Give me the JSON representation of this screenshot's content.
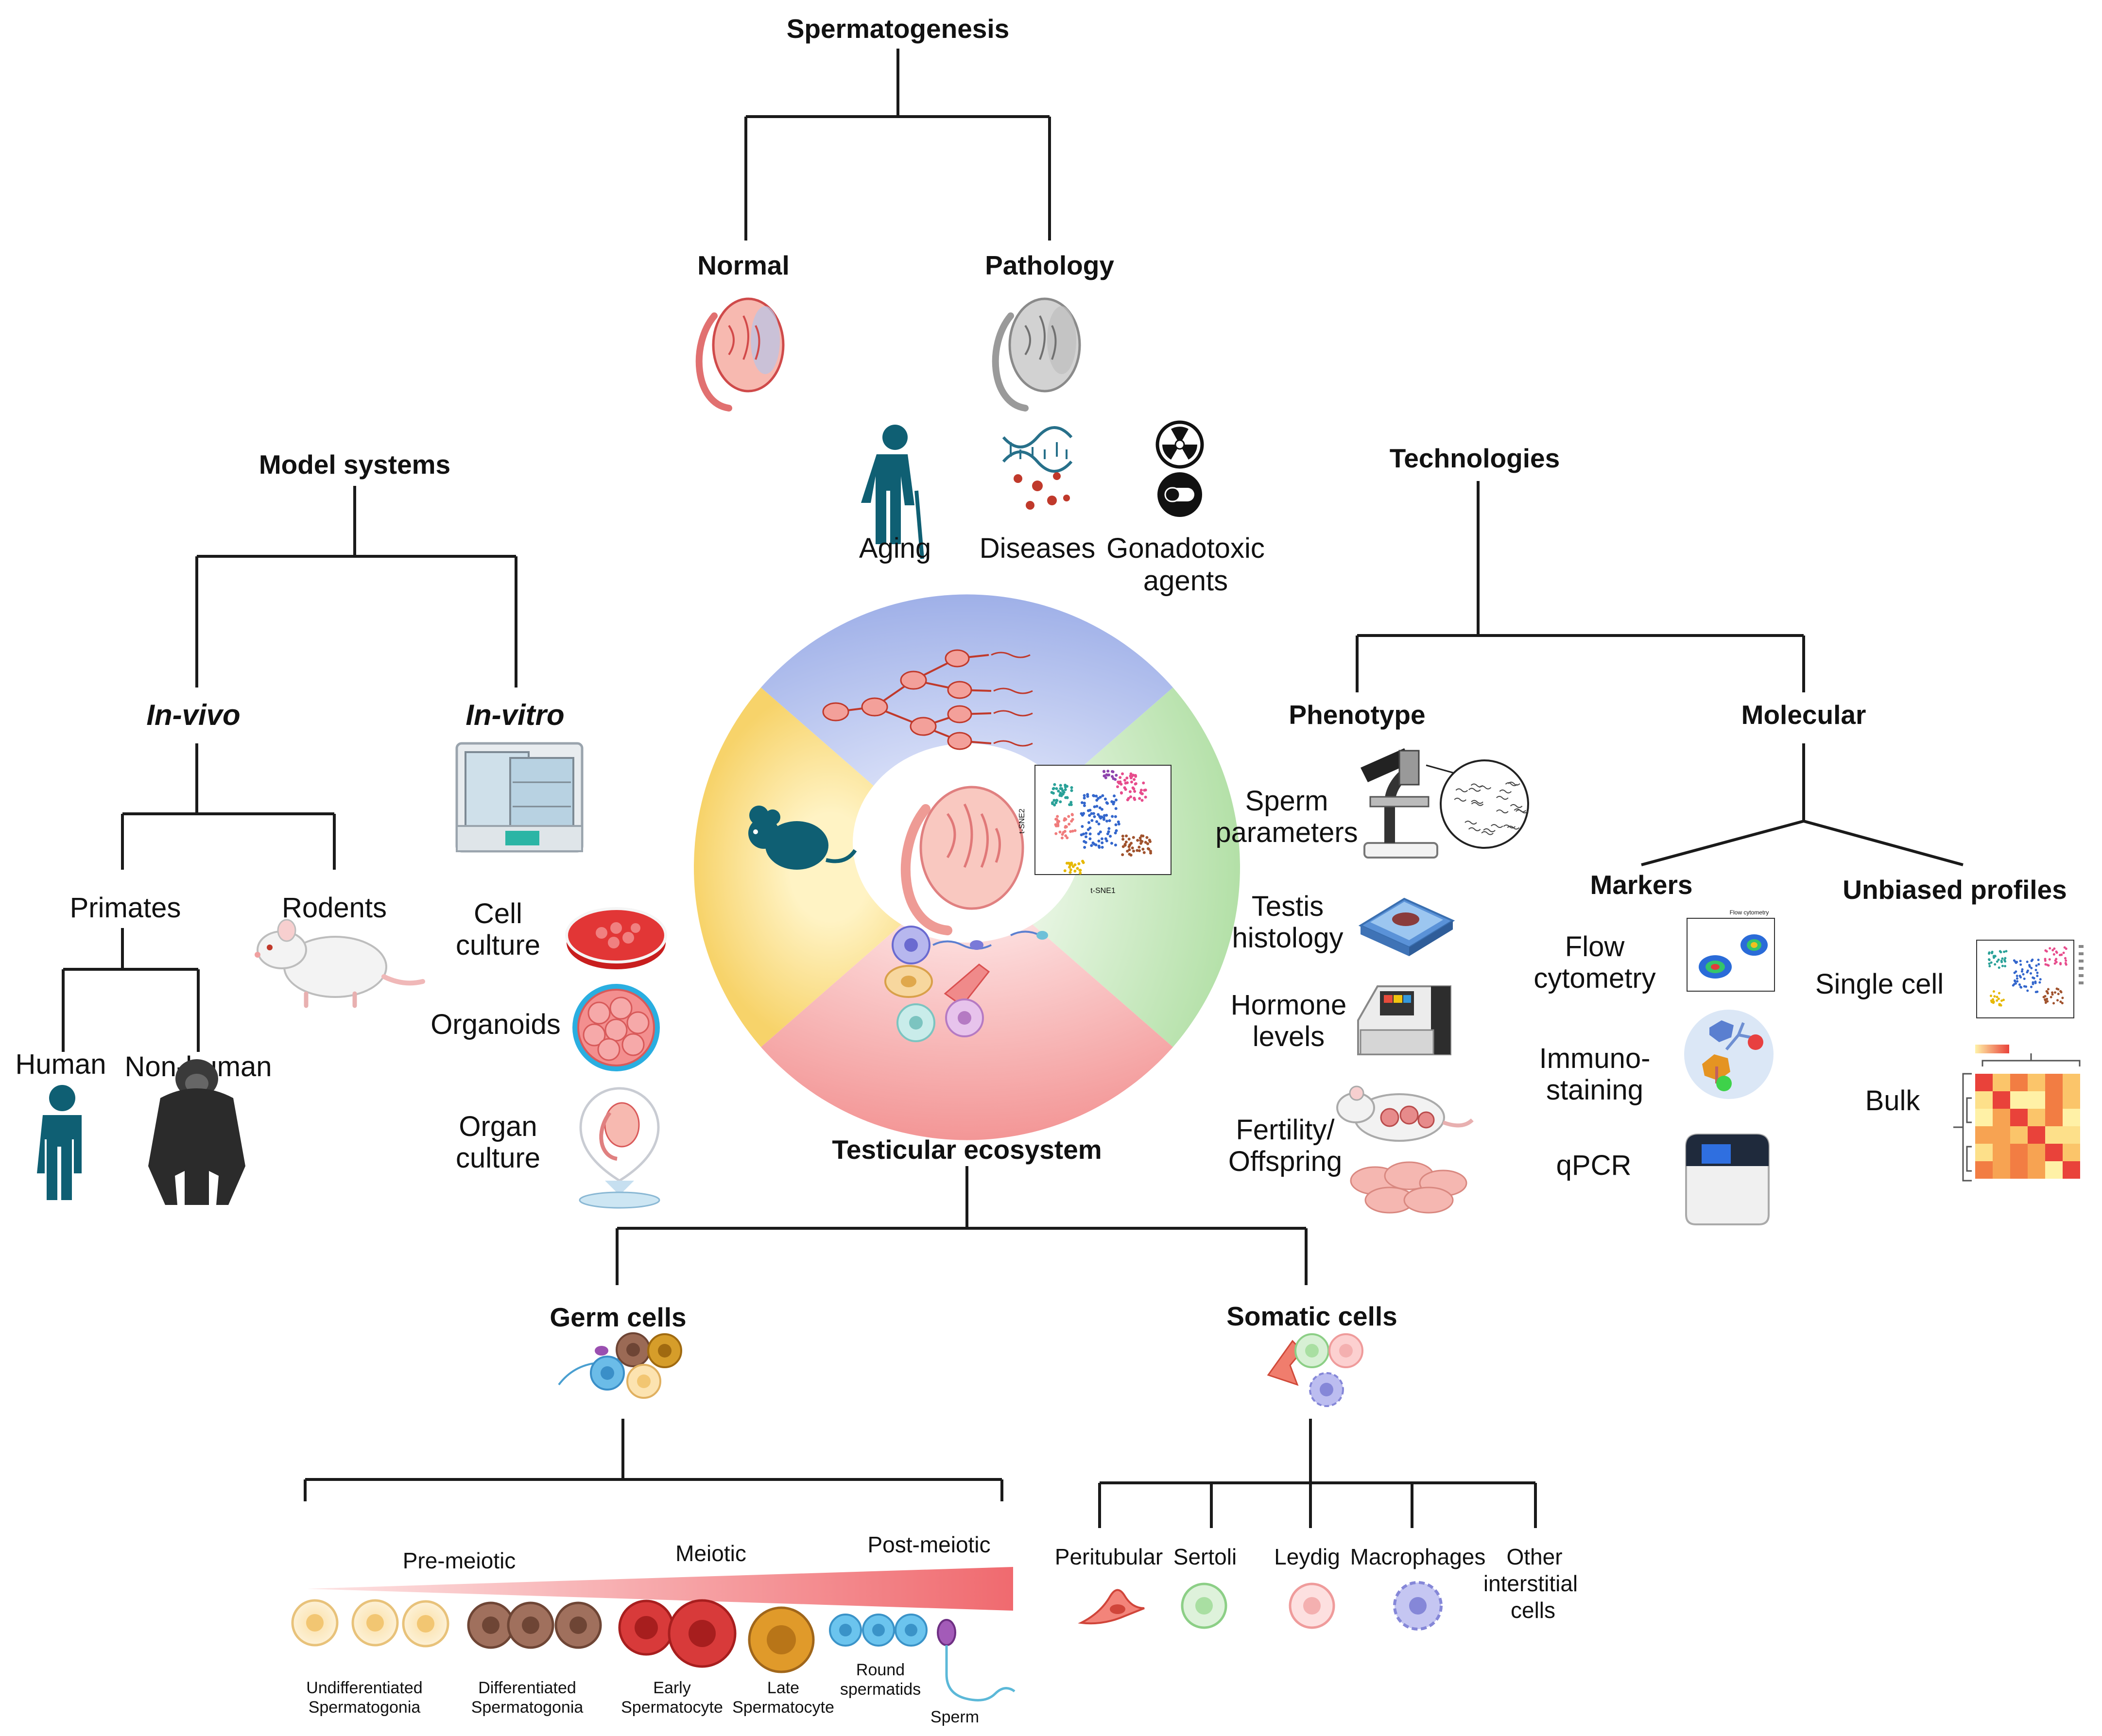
{
  "top": {
    "title": "Spermatogenesis",
    "normal": "Normal",
    "pathology": "Pathology",
    "aging": "Aging",
    "diseases": "Diseases",
    "gonado_1": "Gonadotoxic",
    "gonado_2": "agents"
  },
  "models": {
    "title": "Model systems",
    "invivo": "In-vivo",
    "invitro": "In-vitro",
    "primates": "Primates",
    "rodents": "Rodents",
    "human": "Human",
    "nonhuman": "Non-human",
    "cell_1": "Cell",
    "cell_2": "culture",
    "organoids": "Organoids",
    "organ_1": "Organ",
    "organ_2": "culture"
  },
  "tech": {
    "title": "Technologies",
    "phenotype": "Phenotype",
    "molecular": "Molecular",
    "sperm_1": "Sperm",
    "sperm_2": "parameters",
    "testis_1": "Testis",
    "testis_2": "histology",
    "hormone_1": "Hormone",
    "hormone_2": "levels",
    "fert_1": "Fertility/",
    "fert_2": "Offspring",
    "markers": "Markers",
    "unbiased": "Unbiased profiles",
    "flow_1": "Flow",
    "flow_2": "cytometry",
    "immuno_1": "Immuno-",
    "immuno_2": "staining",
    "qpcr": "qPCR",
    "single": "Single cell",
    "bulk": "Bulk"
  },
  "eco": {
    "title": "Testicular ecosystem",
    "germ": "Germ cells",
    "somatic": "Somatic cells",
    "premeiotic": "Pre-meiotic",
    "meiotic": "Meiotic",
    "postmeiotic": "Post-meiotic",
    "undiff_1": "Undifferentiated",
    "undiff_2": "Spermatogonia",
    "diff_1": "Differentiated",
    "diff_2": "Spermatogonia",
    "early_1": "Early",
    "early_2": "Spermatocyte",
    "late_1": "Late",
    "late_2": "Spermatocyte",
    "round_1": "Round",
    "round_2": "spermatids",
    "sperm": "Sperm",
    "peritubular": "Peritubular",
    "sertoli": "Sertoli",
    "leydig": "Leydig",
    "macrophages": "Macrophages",
    "other_1": "Other",
    "other_2": "interstitial",
    "other_3": "cells"
  },
  "plot": {
    "tsne_x": "t-SNE1",
    "tsne_y": "t-SNE2",
    "flow_title": "Flow cytometry"
  },
  "colors": {
    "testis_pink": "#f4a8a0",
    "quad_blue": "#a9b9ec",
    "quad_green": "#bfe5b4",
    "quad_red": "#f5a3a3",
    "quad_yellow": "#f9dc86",
    "teal_figure": "#0f5f73"
  }
}
